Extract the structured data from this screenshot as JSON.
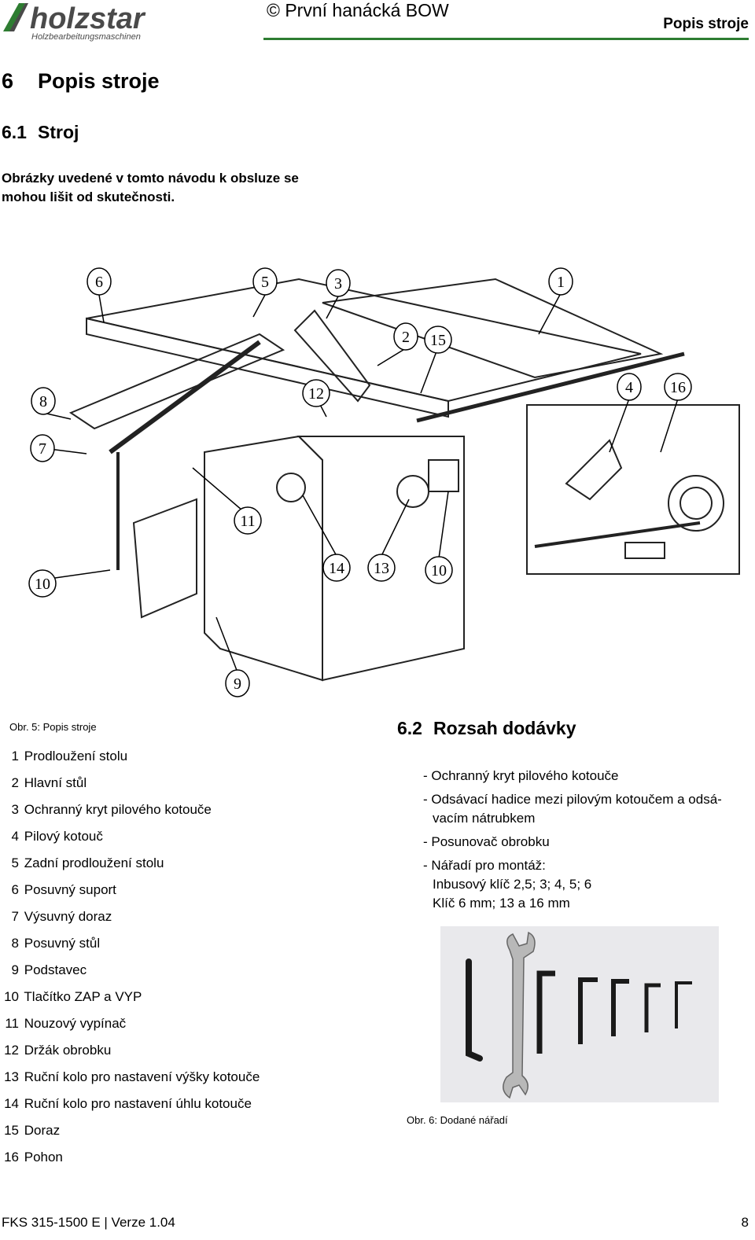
{
  "header": {
    "logo_text": "holzstar",
    "logo_subtitle": "Holzbearbeitungsmaschinen",
    "copyright": "© První hanácká BOW",
    "section_title": "Popis stroje"
  },
  "section": {
    "number": "6",
    "title": "Popis stroje"
  },
  "subsection1": {
    "number": "6.1",
    "title": "Stroj",
    "intro": "Obrázky uvedené v tomto návodu k obsluze se mohou lišit od skutečnosti."
  },
  "figure5": {
    "caption": "Obr. 5: Popis stroje",
    "callouts": [
      "1",
      "2",
      "3",
      "4",
      "5",
      "6",
      "7",
      "8",
      "9",
      "10",
      "10",
      "11",
      "12",
      "13",
      "14",
      "15",
      "16"
    ]
  },
  "parts": [
    {
      "n": "1",
      "label": "Prodloužení stolu"
    },
    {
      "n": "2",
      "label": "Hlavní stůl"
    },
    {
      "n": "3",
      "label": "Ochranný kryt pilového kotouče"
    },
    {
      "n": "4",
      "label": "Pilový kotouč"
    },
    {
      "n": "5",
      "label": "Zadní prodloužení stolu"
    },
    {
      "n": "6",
      "label": "Posuvný suport"
    },
    {
      "n": "7",
      "label": "Výsuvný doraz"
    },
    {
      "n": "8",
      "label": "Posuvný stůl"
    },
    {
      "n": "9",
      "label": "Podstavec"
    },
    {
      "n": "10",
      "label": "Tlačítko ZAP a VYP"
    },
    {
      "n": "11",
      "label": "Nouzový vypínač"
    },
    {
      "n": "12",
      "label": "Držák obrobku"
    },
    {
      "n": "13",
      "label": "Ruční kolo pro nastavení výšky kotouče"
    },
    {
      "n": "14",
      "label": "Ruční kolo pro nastavení úhlu kotouče"
    },
    {
      "n": "15",
      "label": "Doraz"
    },
    {
      "n": "16",
      "label": "Pohon"
    }
  ],
  "subsection2": {
    "number": "6.2",
    "title": "Rozsah dodávky",
    "items": [
      "- Ochranný kryt pilového kotouče",
      "- Odsávací hadice mezi pilovým kotoučem a odsá- vacím nátrubkem",
      "- Posunovač obrobku",
      "- Nářadí pro montáž:"
    ],
    "tools_lines": [
      "Inbusový klíč 2,5; 3; 4, 5; 6",
      "Klíč 6 mm; 13 a 16 mm"
    ]
  },
  "figure6": {
    "caption": "Obr. 6: Dodané nářadí"
  },
  "footer": {
    "model": "FKS 315-1500 E | Verze 1.04",
    "page": "8"
  },
  "colors": {
    "rule": "#2e7d32",
    "text": "#000000"
  }
}
